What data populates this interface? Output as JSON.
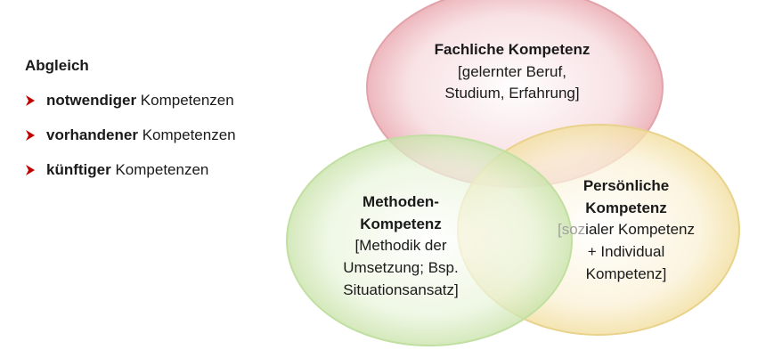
{
  "left_list": {
    "title": "Abgleich",
    "items": [
      {
        "strong": "notwendiger",
        "rest": " Kompetenzen"
      },
      {
        "strong": "vorhandener",
        "rest": " Kompetenzen"
      },
      {
        "strong": "künftiger",
        "rest": " Kompetenzen"
      }
    ],
    "bullet_color": "#c00000"
  },
  "venn": {
    "fachliche": {
      "title": "Fachliche Kompetenz",
      "line1": "[gelernter Beruf,",
      "line2": "Studium, Erfahrung]",
      "color": "#e8a3a8"
    },
    "methoden": {
      "title_line1": "Methoden-",
      "title_line2": "Kompetenz",
      "line1": "[Methodik der",
      "line2": "Umsetzung; Bsp.",
      "line3": "Situationsansatz]",
      "color": "#c8e3a8"
    },
    "persoenliche": {
      "title_line1": "Persönliche",
      "title_line2": "Kompetenz",
      "line1_faded": "[soz",
      "line1_rest": "ialer Kompetenz",
      "line2": "+ Individual",
      "line3": "Kompetenz]",
      "color": "#f3e3a6"
    }
  }
}
